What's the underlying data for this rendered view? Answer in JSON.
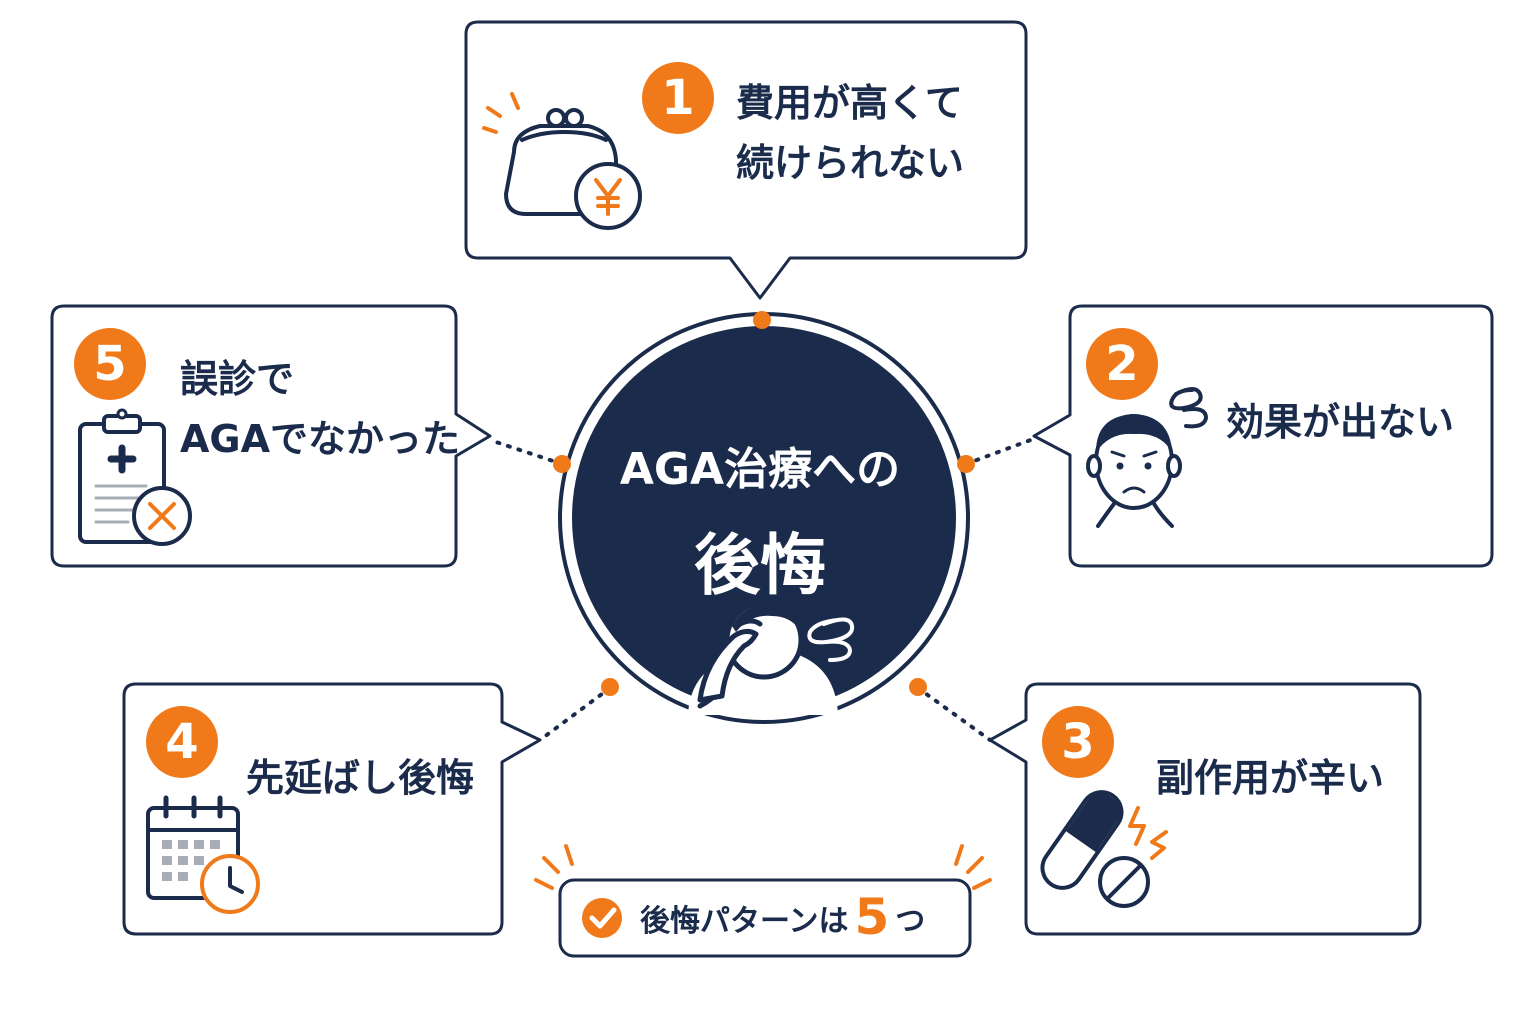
{
  "colors": {
    "navy": "#1b2b4b",
    "orange": "#f07a1a",
    "white": "#ffffff",
    "gray": "#a7adb7"
  },
  "center": {
    "title_line1": "AGA治療への",
    "title_line2": "後悔",
    "icon": "worried-person-holding-head-icon"
  },
  "items": [
    {
      "number": "1",
      "line1": "費用が高くて",
      "line2": "続けられない",
      "icon": "wallet-yen-icon"
    },
    {
      "number": "2",
      "line1": "効果が出ない",
      "icon": "worried-face-icon"
    },
    {
      "number": "3",
      "line1": "副作用が辛い",
      "icon": "pills-prohibited-icon"
    },
    {
      "number": "4",
      "line1": "先延ばし後悔",
      "icon": "calendar-clock-icon"
    },
    {
      "number": "5",
      "line1": "誤診で",
      "line2": "AGAでなかった",
      "icon": "clipboard-cross-icon"
    }
  ],
  "footer": {
    "text": "後悔パターンは",
    "count": "5",
    "suffix": "つ",
    "icon": "check-circle-icon"
  }
}
